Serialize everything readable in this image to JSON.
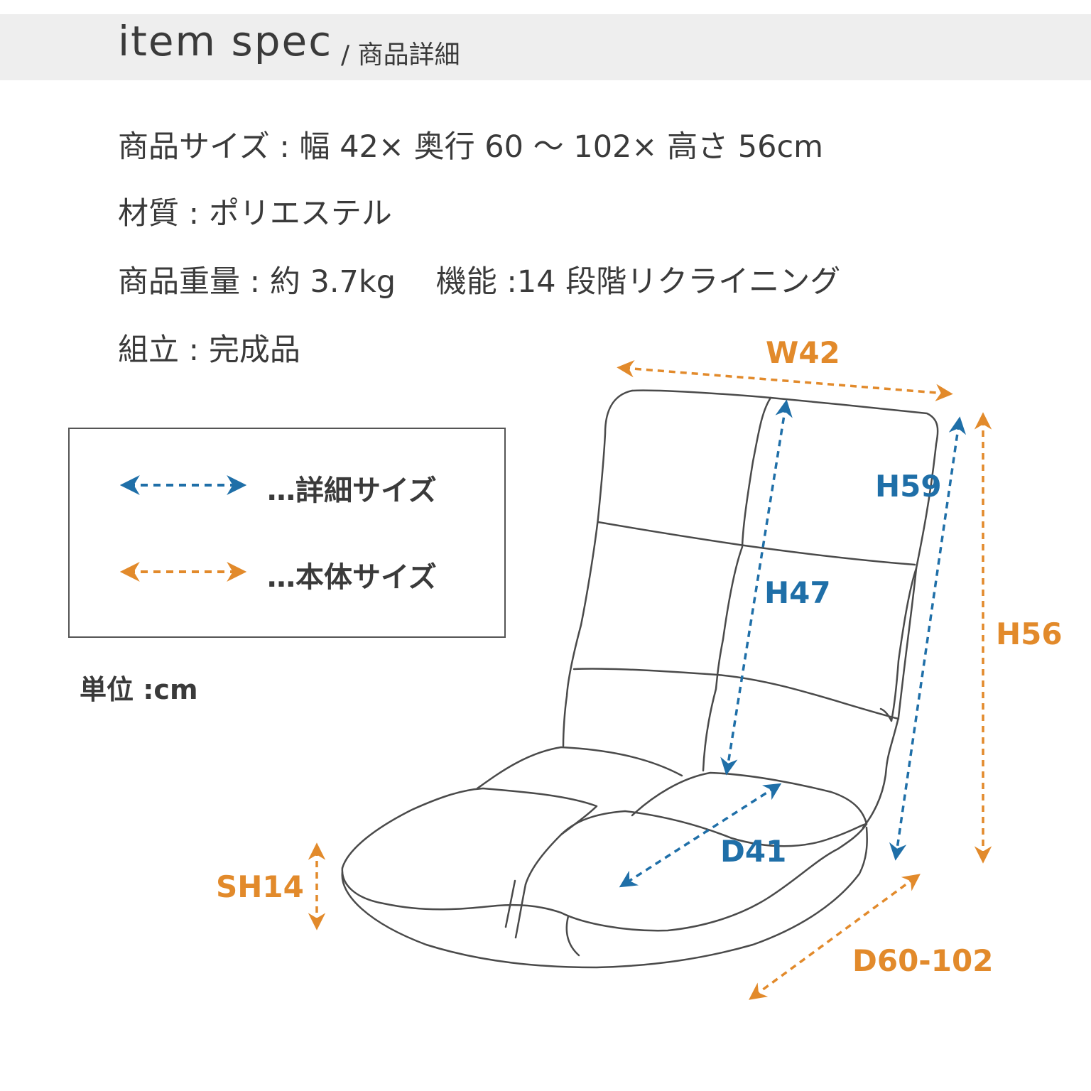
{
  "header": {
    "title": "item spec",
    "subtitle": "/ 商品詳細"
  },
  "specs": {
    "size": "商品サイズ : 幅 42× 奥行 60 ～ 102× 高さ 56cm",
    "material": "材質 : ポリエステル",
    "weight_function": "商品重量 : 約 3.7kg　 機能 :14 段階リクライニング",
    "assembly": "組立 : 完成品"
  },
  "legend": {
    "detail_label": "…詳細サイズ",
    "body_label": "…本体サイズ"
  },
  "unit": "単位 :cm",
  "dimensions": {
    "w": "W42",
    "h59": "H59",
    "h47": "H47",
    "h56": "H56",
    "d41": "D41",
    "sh14": "SH14",
    "d60": "D60-102"
  },
  "colors": {
    "detail_arrow": "#1f6fa8",
    "body_arrow": "#e28a2b",
    "header_band": "#eeeeee"
  }
}
